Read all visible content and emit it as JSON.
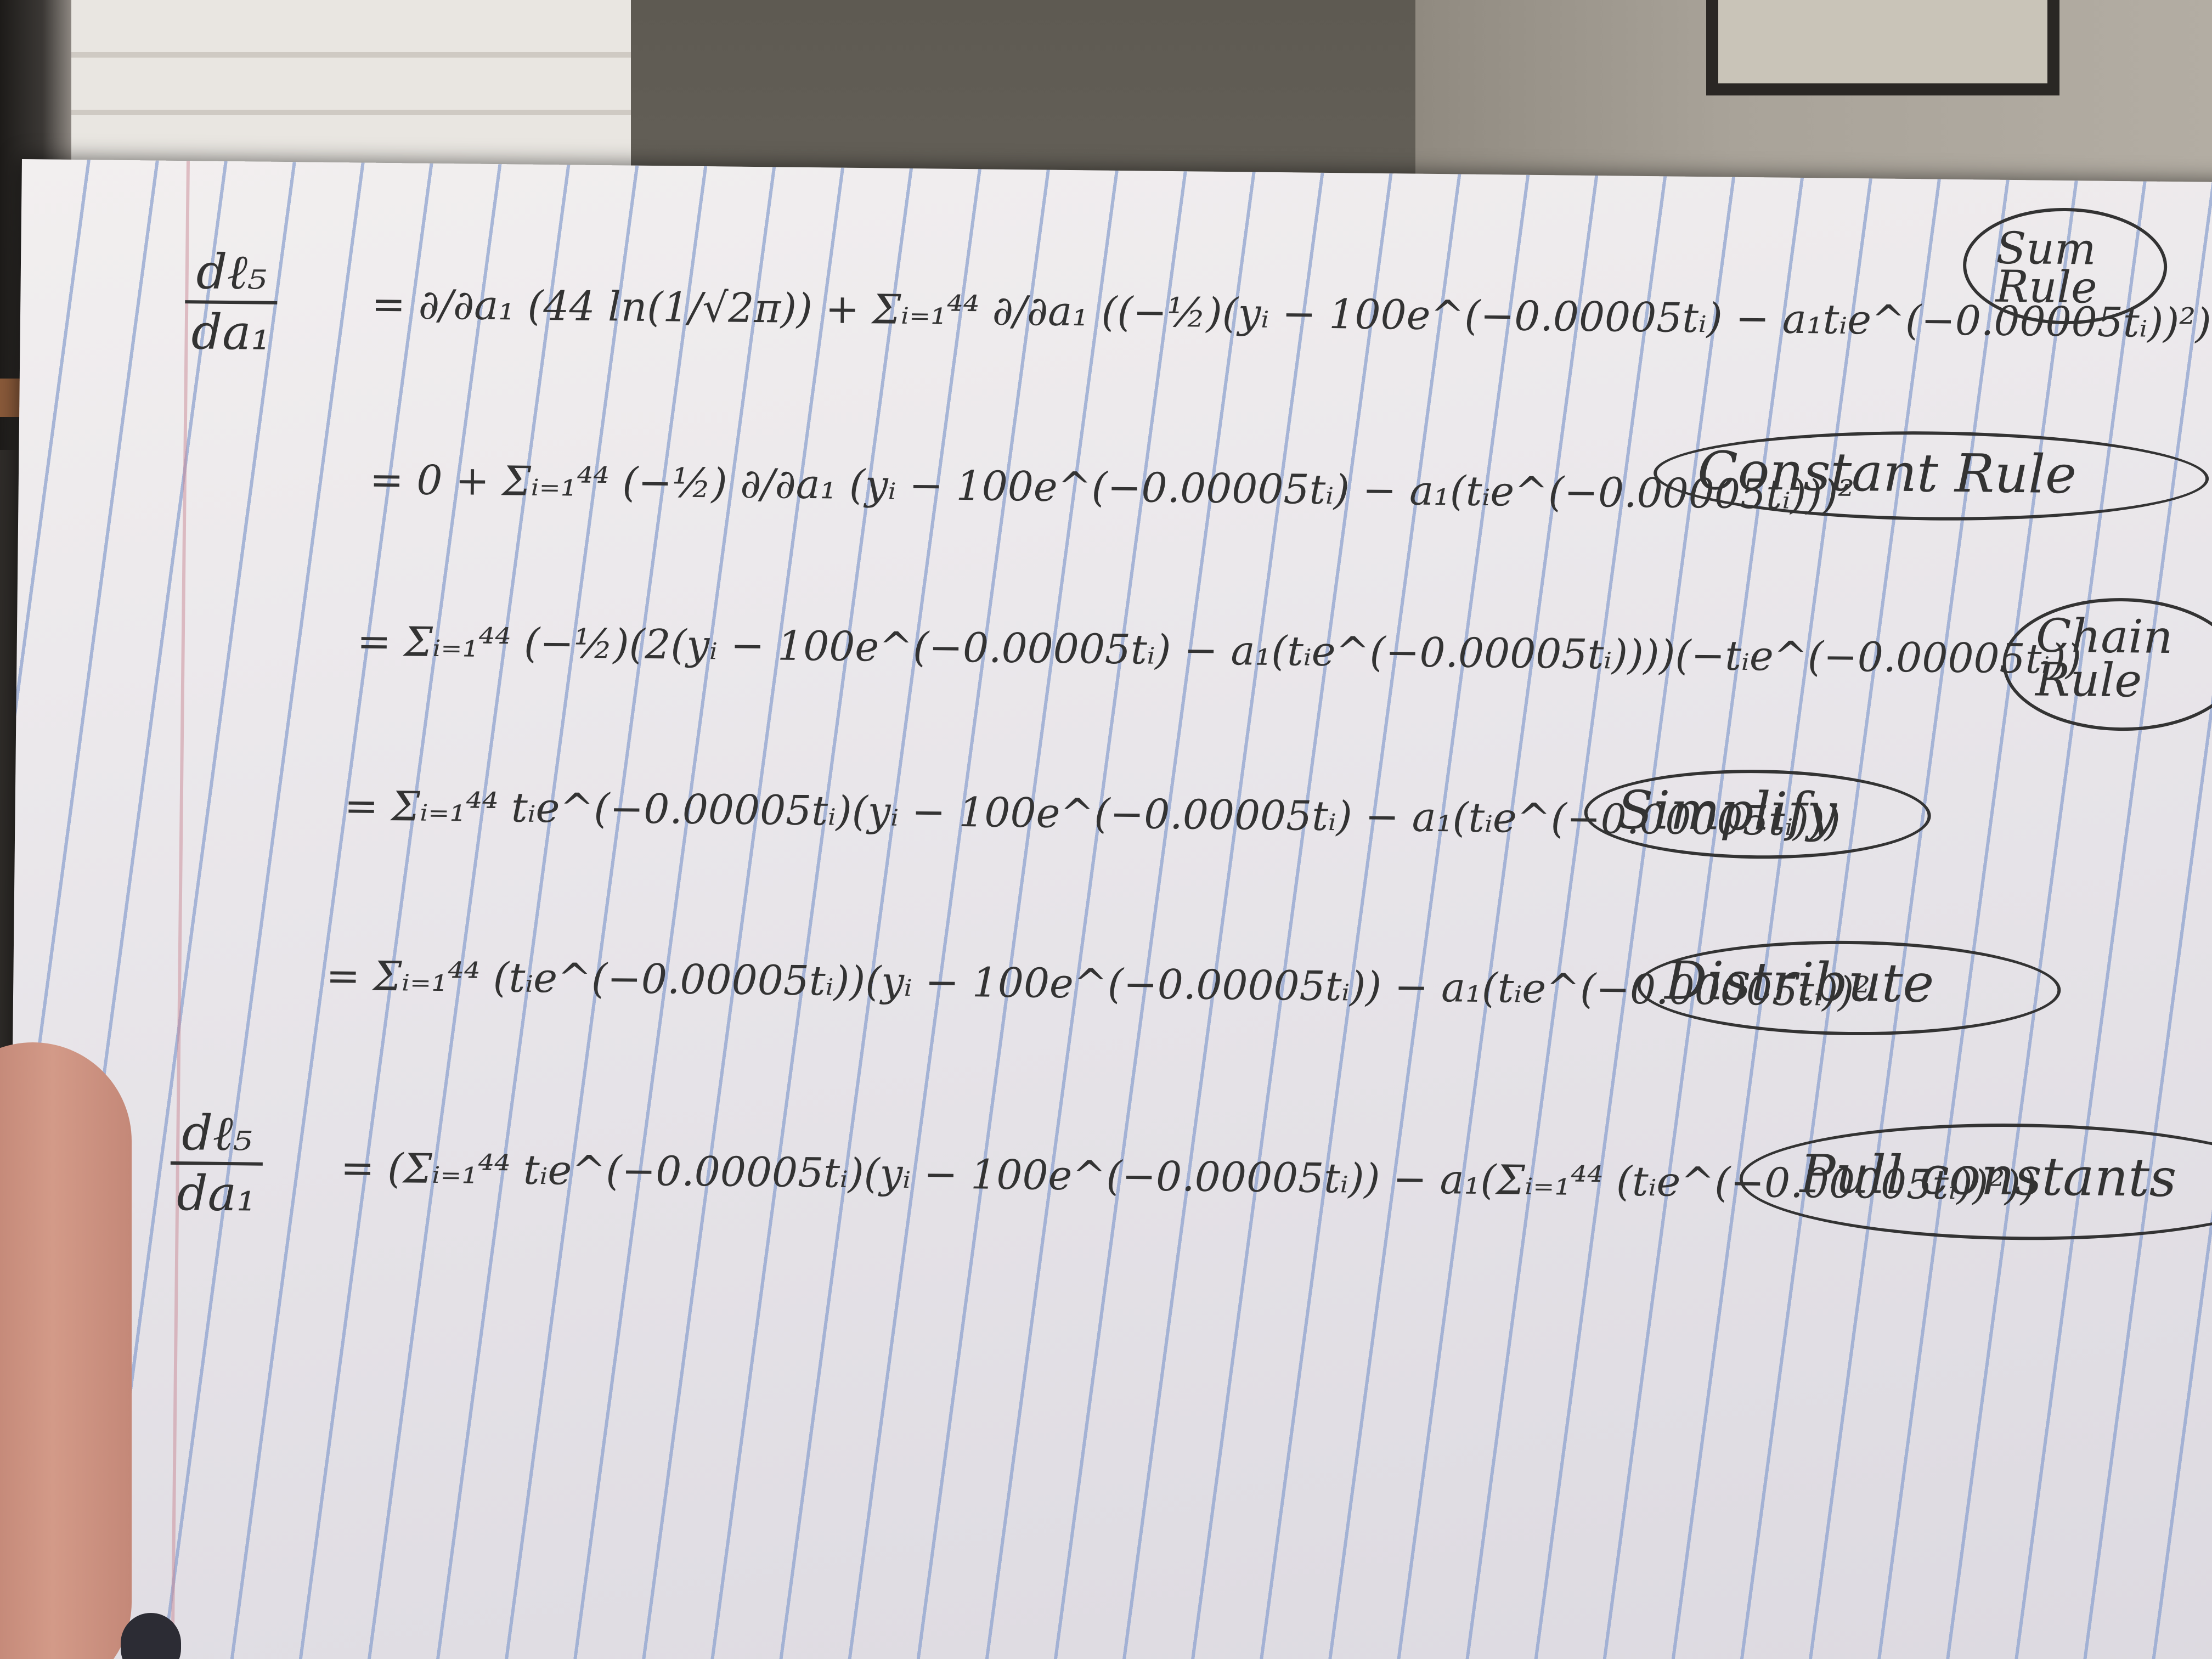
{
  "notebook": {
    "lhs": {
      "numerator": "dℓ₅",
      "denominator": "da₁"
    },
    "lines": [
      "= ∂/∂a₁ (44 ln(1/√2π)) + Σᵢ₌₁⁴⁴ ∂/∂a₁ ((−½)(yᵢ − 100e^(−0.00005tᵢ) − a₁tᵢe^(−0.00005tᵢ))²)",
      "= 0 + Σᵢ₌₁⁴⁴ (−½) ∂/∂a₁ (yᵢ − 100e^(−0.00005tᵢ) − a₁(tᵢe^(−0.00005tᵢ)))²",
      "= Σᵢ₌₁⁴⁴ (−½)(2(yᵢ − 100e^(−0.00005tᵢ) − a₁(tᵢe^(−0.00005tᵢ))))(−tᵢe^(−0.00005tᵢ))",
      "= Σᵢ₌₁⁴⁴ tᵢe^(−0.00005tᵢ)(yᵢ − 100e^(−0.00005tᵢ) − a₁(tᵢe^(−0.00005tᵢ)))",
      "= Σᵢ₌₁⁴⁴ (tᵢe^(−0.00005tᵢ))(yᵢ − 100e^(−0.00005tᵢ)) − a₁(tᵢe^(−0.00005tᵢ))²",
      "= (Σᵢ₌₁⁴⁴ tᵢe^(−0.00005tᵢ)(yᵢ − 100e^(−0.00005tᵢ)) − a₁(Σᵢ₌₁⁴⁴ (tᵢe^(−0.00005tᵢ))²))"
    ],
    "rules": [
      "Sum Rule",
      "Constant Rule",
      "Chain Rule",
      "Simplify",
      "Distribute",
      "Pull constants"
    ]
  }
}
